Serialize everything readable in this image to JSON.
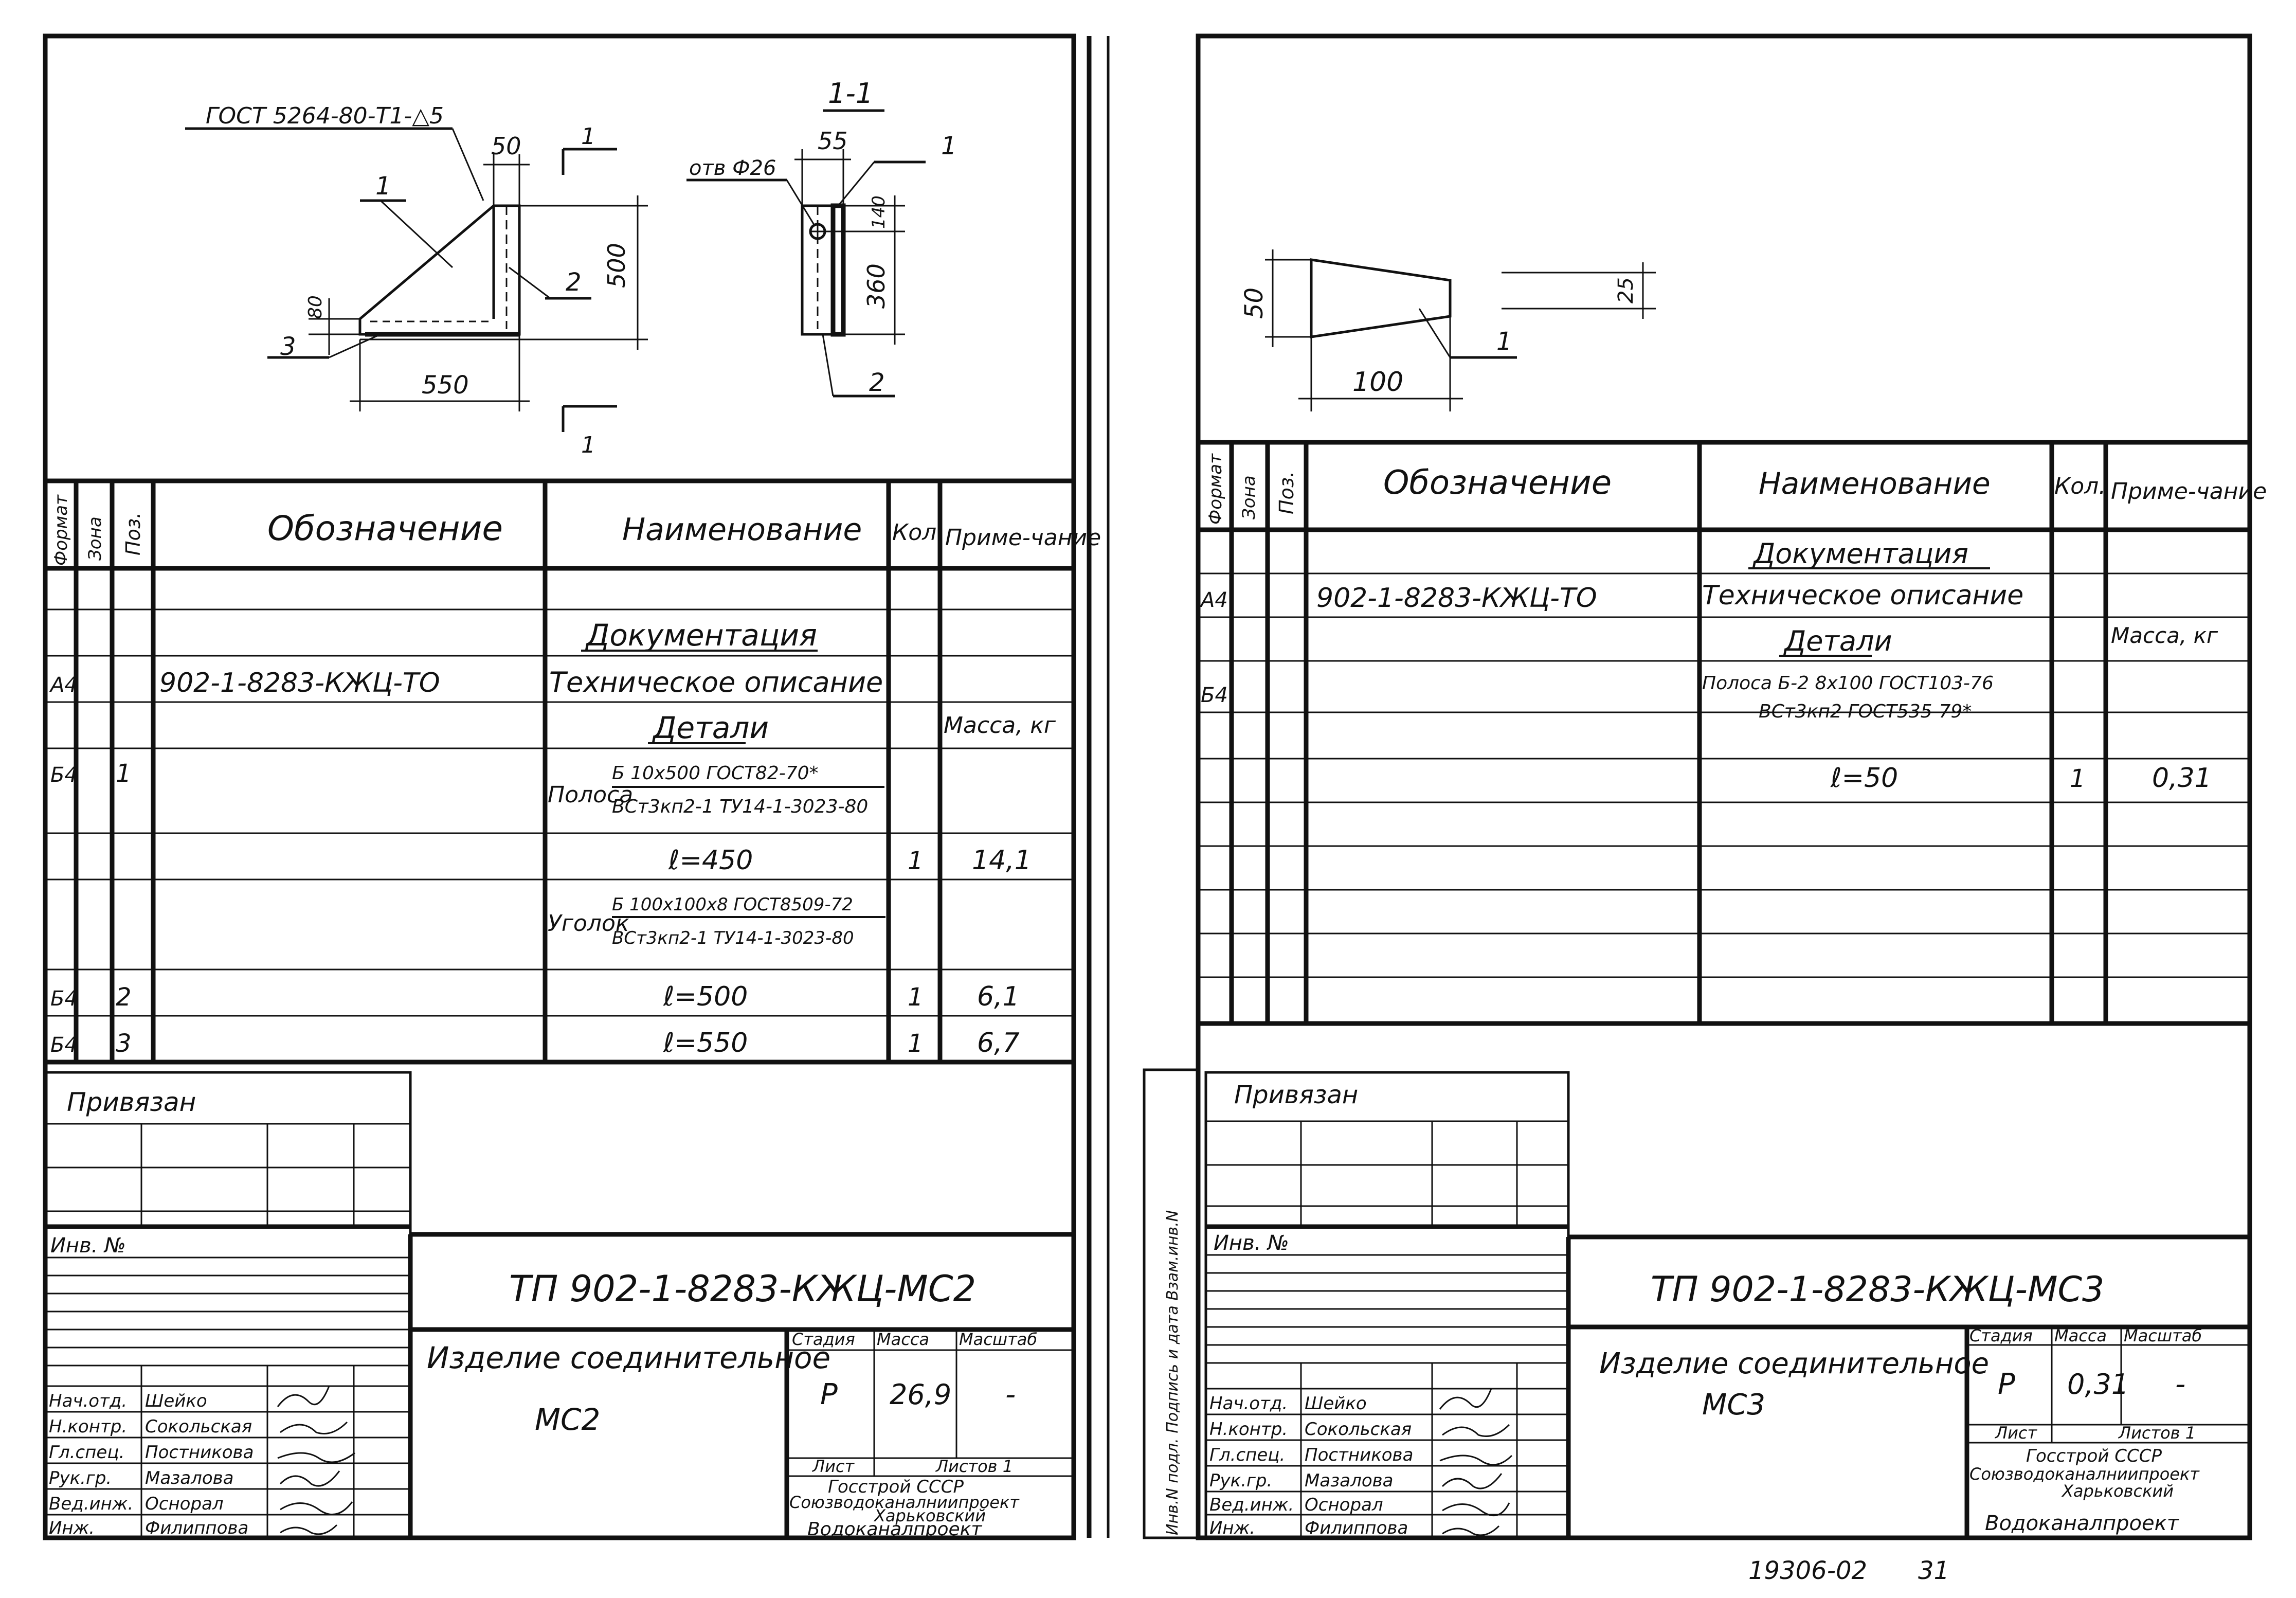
{
  "left_sheet": {
    "weld_note": "ГОСТ 5264-80-Т1-△5",
    "section_label": "1-1",
    "hole_note": "отв Ф26",
    "dims": {
      "d50": "50",
      "d500": "500",
      "d550": "550",
      "d80": "80",
      "d55": "55",
      "d140": "140",
      "d360": "360"
    },
    "pos_labels": {
      "p1a": "1",
      "p2a": "2",
      "p3": "3",
      "p1b": "1",
      "p2b": "2",
      "cut_a": "1",
      "cut_b": "1"
    },
    "headers": {
      "format": "Формат",
      "zone": "Зона",
      "pos": "Поз.",
      "designation": "Обозначение",
      "name": "Наименование",
      "qty": "Кол.",
      "note": "Приме-чание"
    },
    "rows": {
      "doc": "Документация",
      "r1_format": "А4",
      "r1_designation": "902-1-8283-КЖЦ-ТО",
      "r1_name": "Техническое описание",
      "details": "Детали",
      "mass_note": "Масса, кг",
      "r2_format": "Б4",
      "r2_pos": "1",
      "r2_prefix": "Полоса",
      "r2_spec1": "Б 10х500 ГОСТ82-70*",
      "r2_spec2": "ВСт3кп2-1 ТУ14-1-3023-80",
      "r3_name": "ℓ=450",
      "r3_qty": "1",
      "r3_mass": "14,1",
      "r4_prefix": "Уголок",
      "r4_spec1": "Б 100х100х8 ГОСТ8509-72",
      "r4_spec2": "ВСт3кп2-1 ТУ14-1-3023-80",
      "r5_format": "Б4",
      "r5_pos": "2",
      "r5_name": "ℓ=500",
      "r5_qty": "1",
      "r5_mass": "6,1",
      "r6_format": "Б4",
      "r6_pos": "3",
      "r6_name": "ℓ=550",
      "r6_qty": "1",
      "r6_mass": "6,7"
    },
    "privyazan": "Привязан",
    "inv": "Инв. №",
    "code": "ТП 902-1-8283-КЖЦ-МС2",
    "title1": "Изделие соединительное",
    "title2": "МС2",
    "stage_h": "Стадия",
    "mass_h": "Масса",
    "scale_h": "Масштаб",
    "stage": "Р",
    "mass": "26,9",
    "scale": "-",
    "sheet": "Лист",
    "sheets": "Листов 1",
    "org1": "Госстрой СССР",
    "org2": "Союзводоканалниипроект",
    "org3": "Харьковский",
    "org4": "Водоканалпроект",
    "roles": [
      "Нач.отд.",
      "Н.контр.",
      "Гл.спец.",
      "Рук.гр.",
      "Вед.инж.",
      "Инж."
    ],
    "names": [
      "Шейко",
      "Сокольская",
      "Постникова",
      "Мазалова",
      "Оснорал",
      "Филиппова"
    ]
  },
  "right_sheet": {
    "dims": {
      "d50": "50",
      "d25": "25",
      "d100": "100"
    },
    "pos_label": "1",
    "headers": {
      "format": "Формат",
      "zone": "Зона",
      "pos": "Поз.",
      "designation": "Обозначение",
      "name": "Наименование",
      "qty": "Кол.",
      "note": "Приме-чание"
    },
    "rows": {
      "doc": "Документация",
      "r1_format": "А4",
      "r1_designation": "902-1-8283-КЖЦ-ТО",
      "r1_name": "Техническое описание",
      "details": "Детали",
      "mass_note": "Масса, кг",
      "r2_format": "Б4",
      "r2_spec1": "Полоса Б-2 8х100 ГОСТ103-76",
      "r2_spec2": "ВСт3кп2 ГОСТ535-79*",
      "r3_name": "ℓ=50",
      "r3_qty": "1",
      "r3_mass": "0,31"
    },
    "privyazan": "Привязан",
    "inv": "Инв. №",
    "side_stamp": "Инв.N подл.   Подпись и дата   Взам.инв.N",
    "code": "ТП 902-1-8283-КЖЦ-МС3",
    "title1": "Изделие соединительное",
    "title2": "МС3",
    "stage_h": "Стадия",
    "mass_h": "Масса",
    "scale_h": "Масштаб",
    "stage": "Р",
    "mass": "0,31",
    "scale": "-",
    "sheet": "Лист",
    "sheets": "Листов 1",
    "org1": "Госстрой СССР",
    "org2": "Союзводоканалниипроект",
    "org3": "Харьковский",
    "org4": "Водоканалпроект",
    "roles": [
      "Нач.отд.",
      "Н.контр.",
      "Гл.спец.",
      "Рук.гр.",
      "Вед.инж.",
      "Инж."
    ],
    "names": [
      "Шейко",
      "Сокольская",
      "Постникова",
      "Мазалова",
      "Оснорал",
      "Филиппова"
    ]
  },
  "footer": {
    "archive": "19306-02",
    "page": "31"
  }
}
